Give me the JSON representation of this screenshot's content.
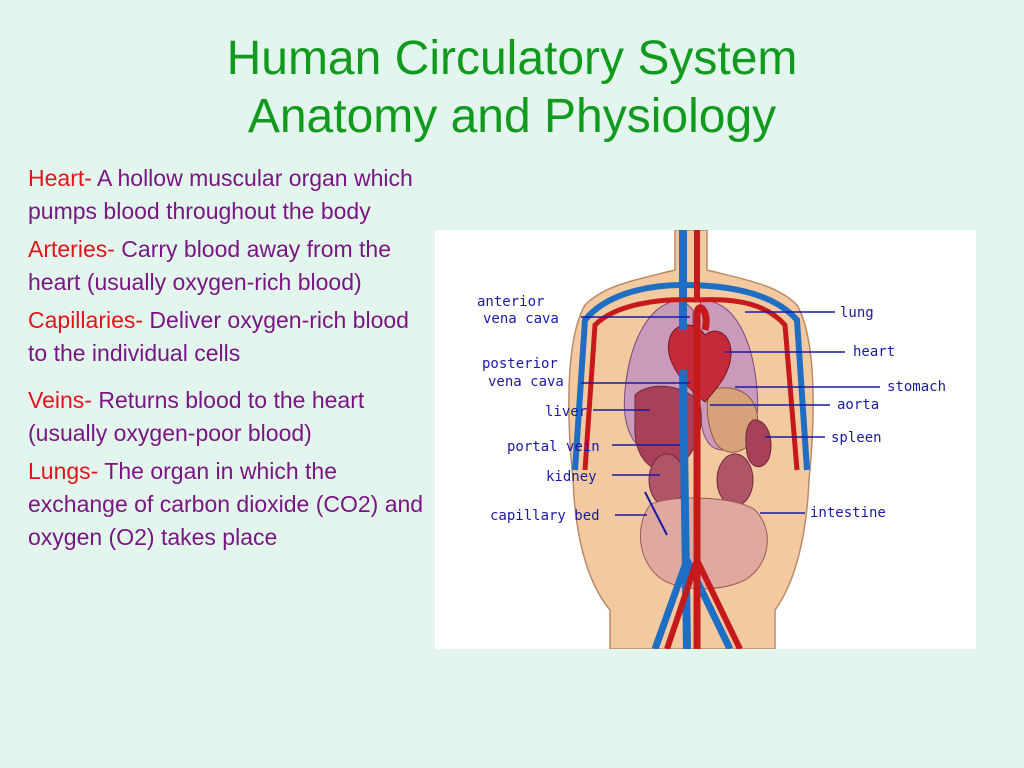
{
  "slide": {
    "title_line1": "Human Circulatory System",
    "title_line2": "Anatomy and Physiology"
  },
  "definitions": [
    {
      "term": "Heart-",
      "text": " A hollow muscular organ which pumps blood throughout the body"
    },
    {
      "term": "Arteries-",
      "text": " Carry blood away from the heart (usually oxygen-rich blood)"
    },
    {
      "term": "Capillaries-",
      "text": " Deliver oxygen-rich blood to the individual cells"
    },
    {
      "term": "Veins-",
      "text": " Returns blood to the heart   (usually oxygen-poor blood)"
    },
    {
      "term": "Lungs-",
      "text": " The organ in which the exchange of carbon dioxide (CO2) and oxygen (O2) takes place"
    }
  ],
  "diagram": {
    "labels_left": [
      "anterior",
      "vena cava",
      "posterior",
      "vena cava",
      "liver",
      "portal vein",
      "kidney",
      "capillary bed"
    ],
    "labels_right": [
      "lung",
      "heart",
      "stomach",
      "aorta",
      "spleen",
      "intestine"
    ],
    "colors": {
      "label": "#1a1aa6",
      "artery": "#c61a1a",
      "vein": "#1e6fc4",
      "skin": "#f3c9a0",
      "organ": "#d18da0"
    }
  },
  "colors": {
    "background": "#e3f6ee",
    "title": "#119a1e",
    "term": "#e1141b",
    "body_text": "#7a1583"
  }
}
